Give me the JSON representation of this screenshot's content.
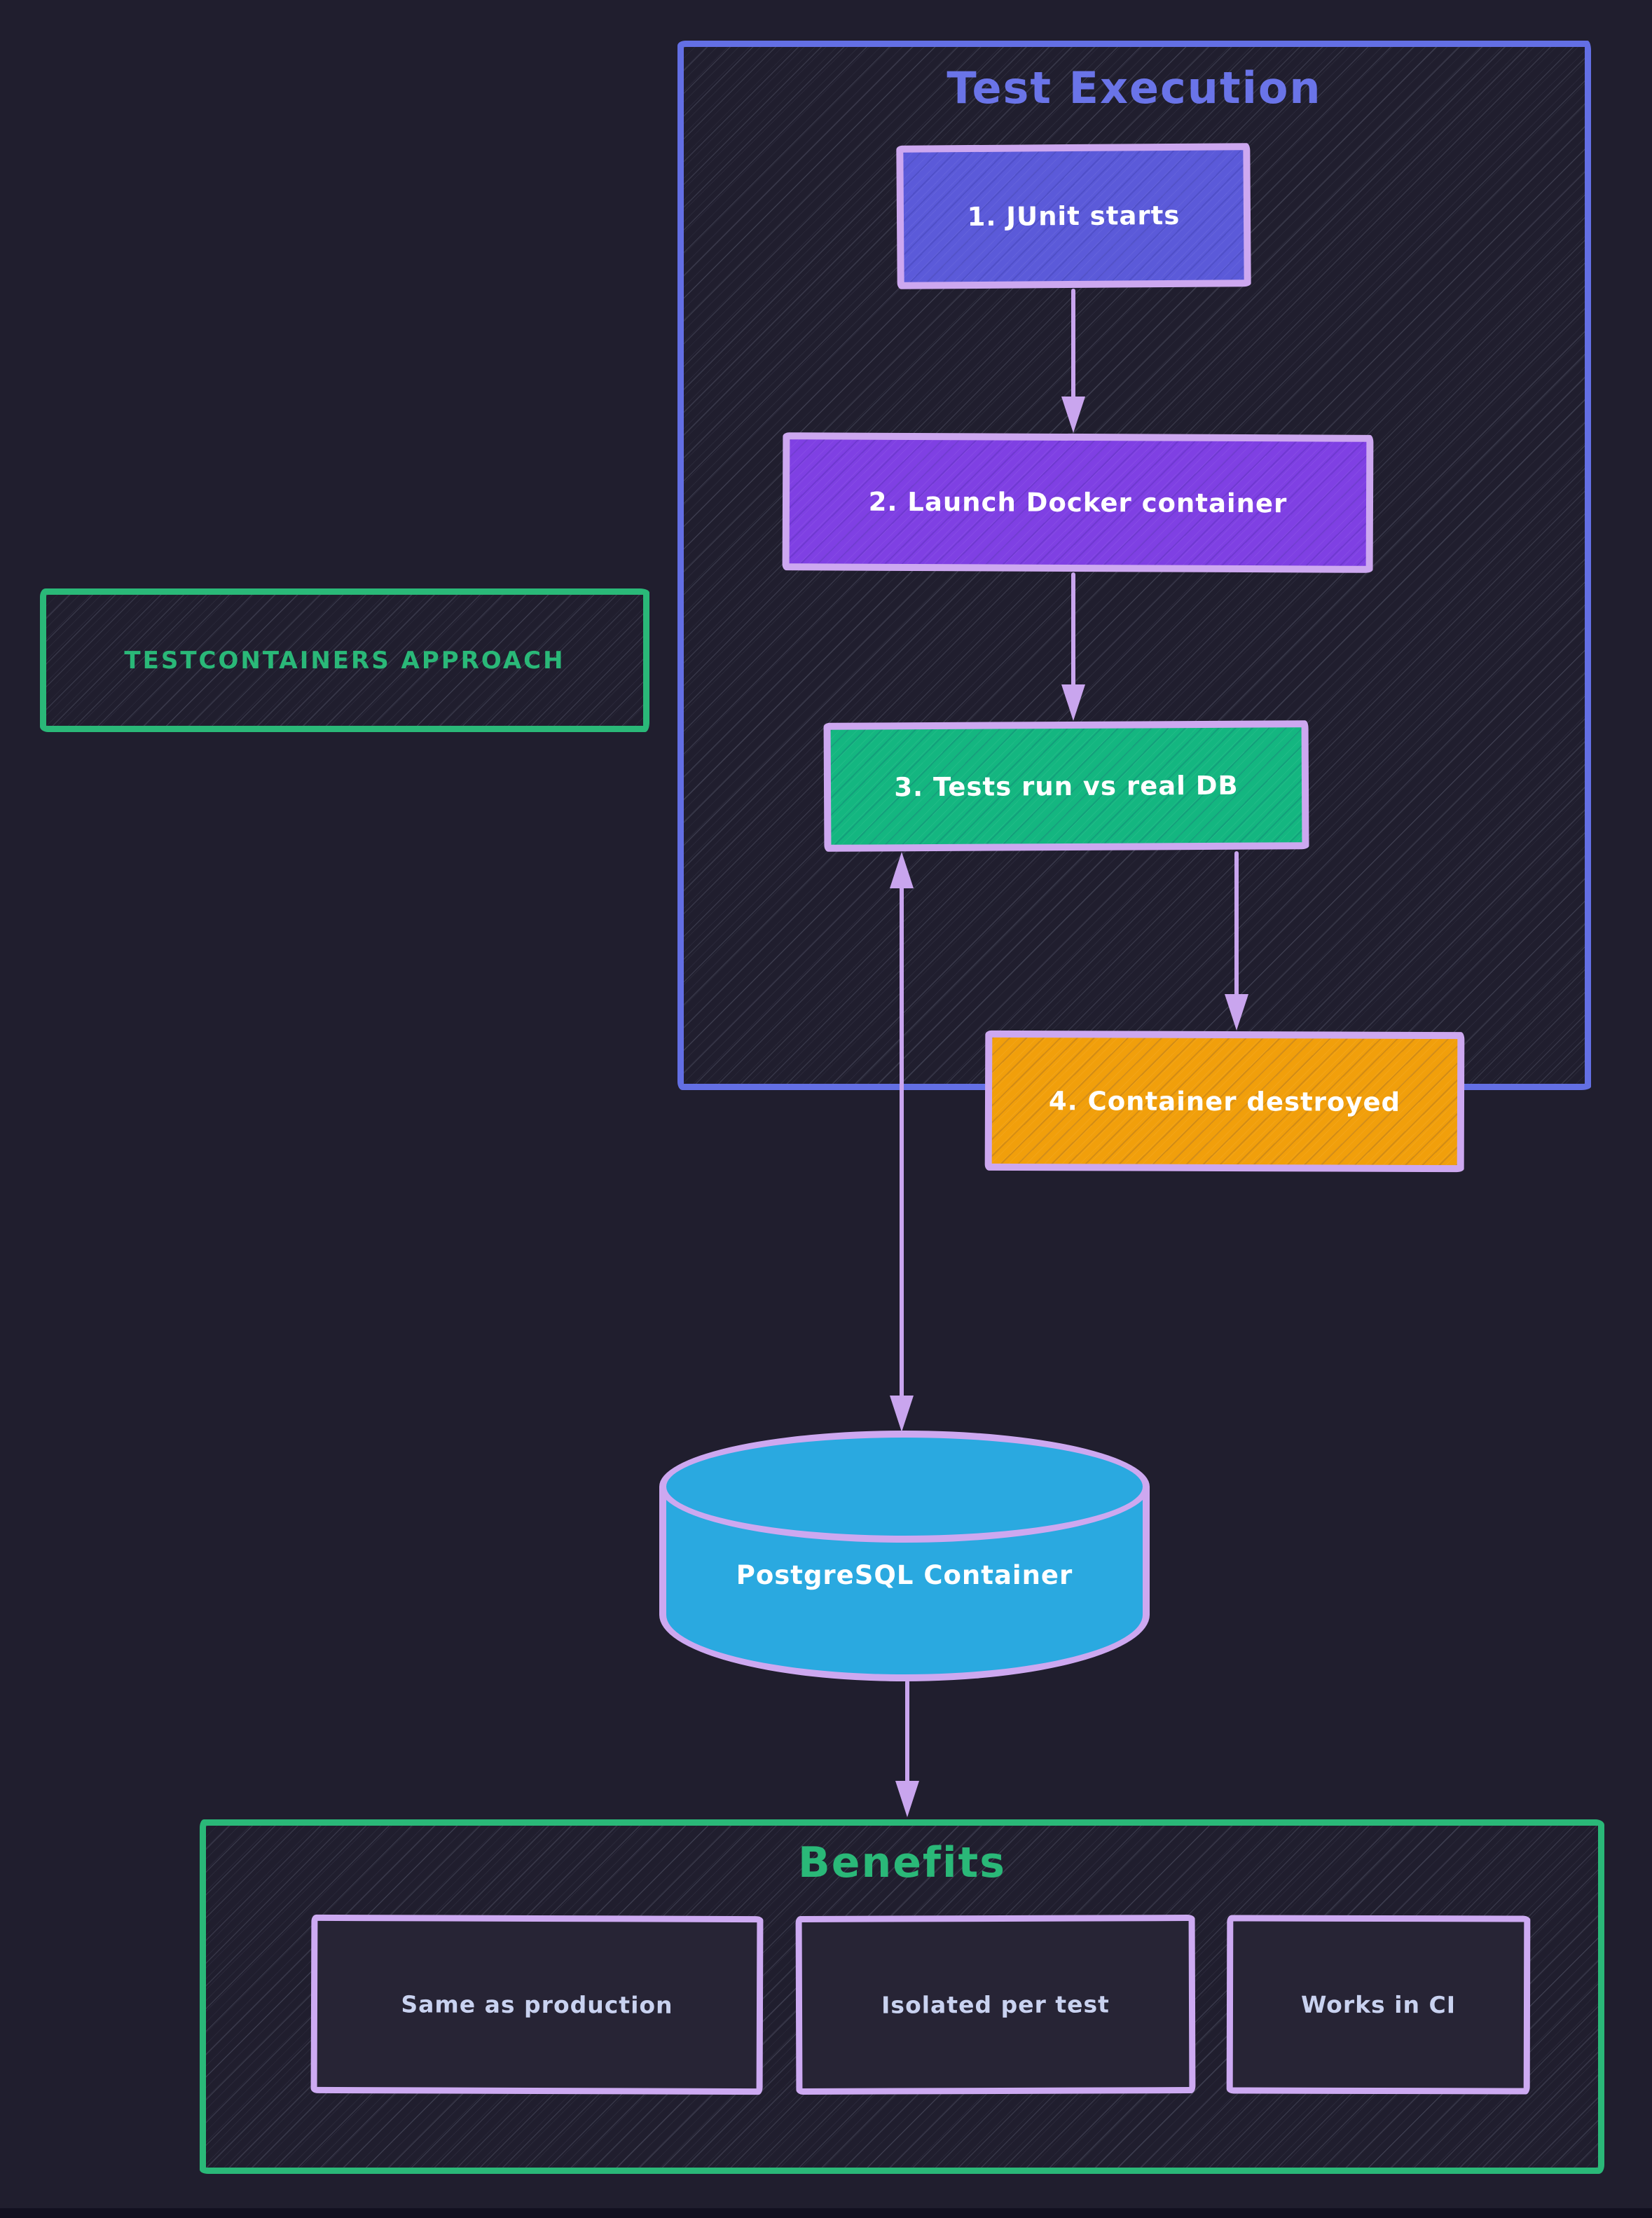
{
  "diagram": {
    "test_execution": {
      "title": "Test Execution",
      "frame_color": "#636fe4",
      "steps": [
        {
          "label": "1. JUnit starts",
          "color": "#5b5ad9"
        },
        {
          "label": "2. Launch Docker container",
          "color": "#7f40e3"
        },
        {
          "label": "3. Tests run vs real DB",
          "color": "#14b680"
        },
        {
          "label": "4. Container destroyed",
          "color": "#f19f0b"
        }
      ]
    },
    "approach_label": "TESTCONTAINERS APPROACH",
    "database": {
      "label": "PostgreSQL Container",
      "color": "#2aa9e0"
    },
    "benefits": {
      "title": "Benefits",
      "items": [
        "Same as production",
        "Isolated per test",
        "Works in CI"
      ]
    },
    "colors": {
      "background": "#201e2e",
      "green_frame": "#2ab878",
      "node_border": "#cda8f0",
      "arrow": "#c9a5ee",
      "node_text": "#ffffff",
      "benefit_text": "#c9d2f0",
      "blue_title": "#6a74e8"
    }
  }
}
